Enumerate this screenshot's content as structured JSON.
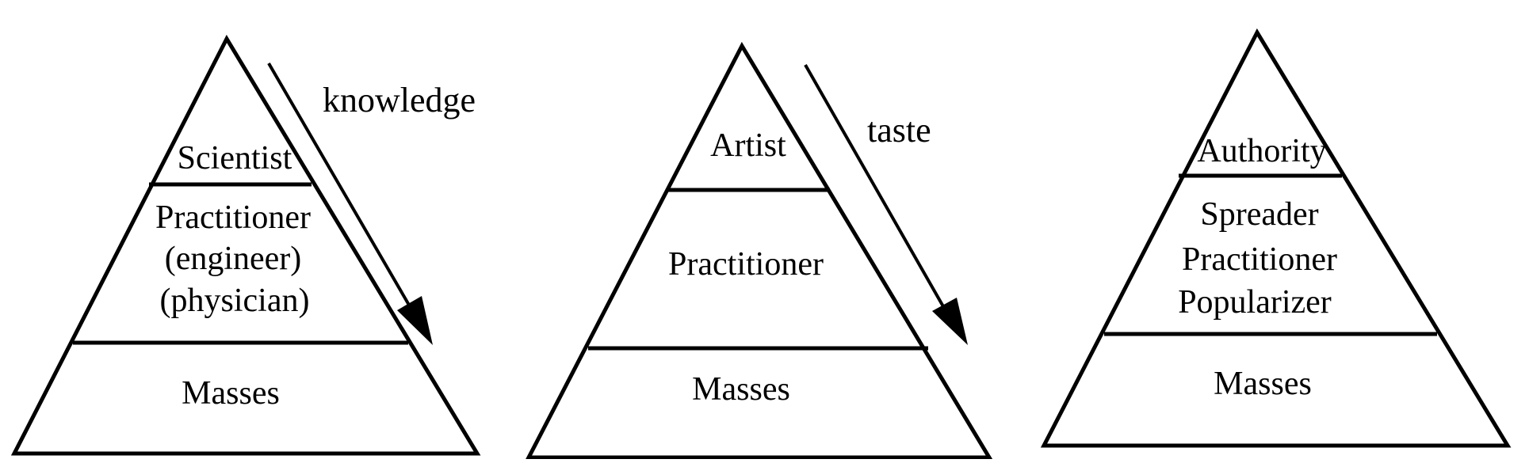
{
  "diagram": {
    "type": "pyramid-hierarchies",
    "pyramids": [
      {
        "id": "knowledge",
        "flow_label": "knowledge",
        "has_arrow": true,
        "tiers": [
          {
            "level": "top",
            "lines": [
              "Scientist"
            ]
          },
          {
            "level": "middle",
            "lines": [
              "Practitioner",
              "(engineer)",
              "(physician)"
            ]
          },
          {
            "level": "bottom",
            "lines": [
              "Masses"
            ]
          }
        ]
      },
      {
        "id": "taste",
        "flow_label": "taste",
        "has_arrow": true,
        "tiers": [
          {
            "level": "top",
            "lines": [
              "Artist"
            ]
          },
          {
            "level": "middle",
            "lines": [
              "Practitioner"
            ]
          },
          {
            "level": "bottom",
            "lines": [
              "Masses"
            ]
          }
        ]
      },
      {
        "id": "authority",
        "flow_label": null,
        "has_arrow": false,
        "tiers": [
          {
            "level": "top",
            "lines": [
              "Authority"
            ]
          },
          {
            "level": "middle",
            "lines": [
              "Spreader",
              "Practitioner",
              "Popularizer"
            ]
          },
          {
            "level": "bottom",
            "lines": [
              "Masses"
            ]
          }
        ]
      }
    ],
    "colors": {
      "stroke": "#000000",
      "background": "#ffffff",
      "text": "#000000"
    }
  }
}
